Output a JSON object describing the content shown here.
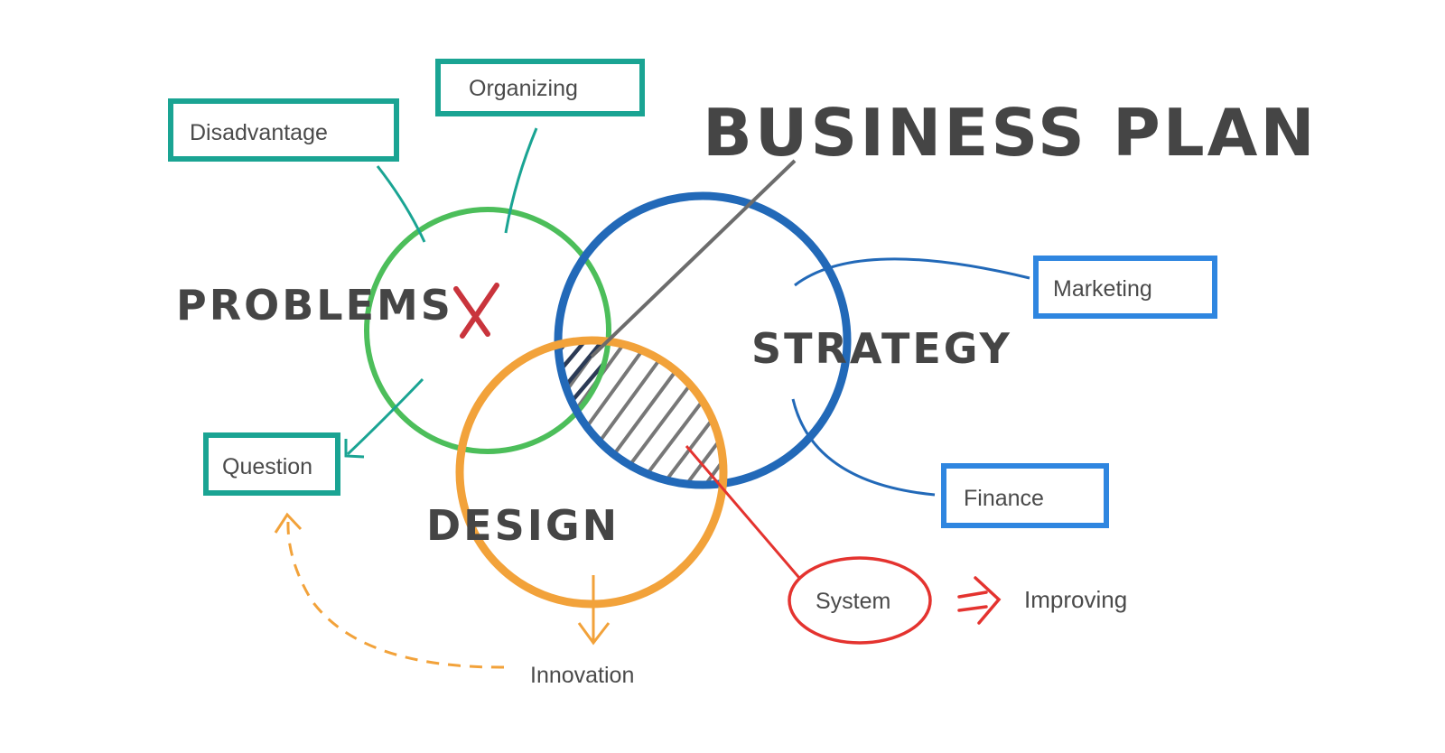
{
  "title": "BUSINESS PLAN",
  "circles": {
    "problems": {
      "label": "PROBLEMS",
      "color": "#4cbe5a"
    },
    "strategy": {
      "label": "STRATEGY",
      "color": "#2269b8"
    },
    "design": {
      "label": "DESIGN",
      "color": "#f2a23a"
    }
  },
  "labels": {
    "disadvantage": "Disadvantage",
    "organizing": "Organizing",
    "question": "Question",
    "marketing": "Marketing",
    "finance": "Finance",
    "system": "System",
    "improving": "Improving",
    "innovation": "Innovation"
  },
  "colors": {
    "teal": "#1aa493",
    "blue_box": "#2f86e0",
    "red": "#e4332f",
    "hatch": "#777777",
    "text": "#454545"
  },
  "icons": {
    "problems_mark": "x-mark-icon"
  }
}
